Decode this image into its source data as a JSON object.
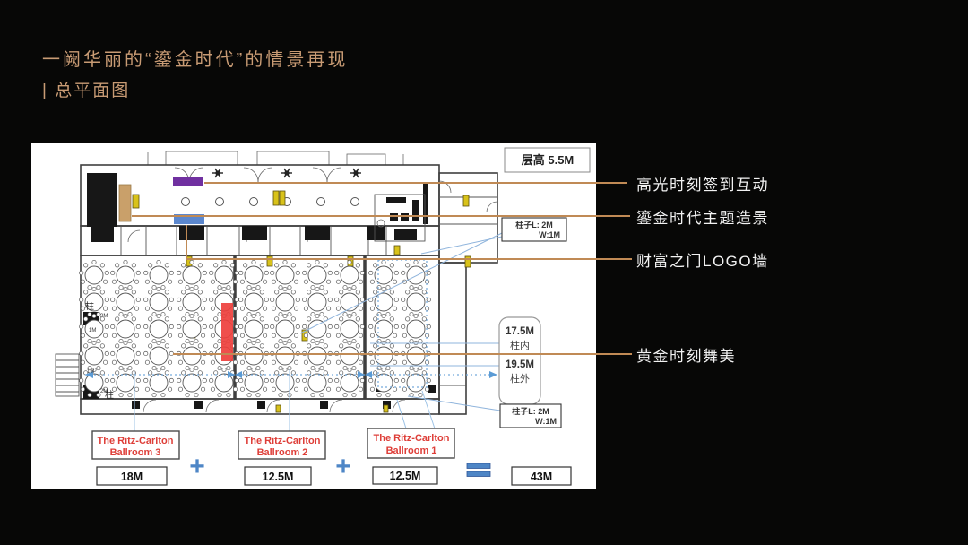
{
  "slide": {
    "title_line1": "一阙华丽的“鎏金时代”的情景再现",
    "title_line2": "| 总平面图"
  },
  "annotations": [
    {
      "label": "高光时刻签到互动",
      "target": "purple-signin-area"
    },
    {
      "label": "鎏金时代主题造景",
      "target": "tan-theme-scenery"
    },
    {
      "label": "财富之门LOGO墙",
      "target": "blue-logo-wall"
    },
    {
      "label": "黄金时刻舞美",
      "target": "red-stage"
    }
  ],
  "floorplan": {
    "ceiling_height": "层高 5.5M",
    "column_spec_top": {
      "l1": "柱子L:  2M",
      "l2": "W:1M"
    },
    "column_spec_bottom": {
      "l1": "柱子L:  2M",
      "l2": "W:1M"
    },
    "span_box": {
      "l1": "17.5M",
      "l2": "柱内",
      "l3": "19.5M",
      "l4": "柱外"
    },
    "pillar_upper": {
      "label": "柱",
      "d1": "2M",
      "d2": "1M"
    },
    "pillar_lower": {
      "label": "柱",
      "d1": "2M"
    },
    "dash_dim": "1M",
    "ballrooms": [
      {
        "name1": "The Ritz-Carlton",
        "name2": "Ballroom 3",
        "width": "18M"
      },
      {
        "name1": "The Ritz-Carlton",
        "name2": "Ballroom 2",
        "width": "12.5M"
      },
      {
        "name1": "The Ritz-Carlton",
        "name2": "Ballroom 1",
        "width": "12.5M"
      }
    ],
    "operators": {
      "plus1": "+",
      "plus2": "+",
      "equals": "="
    },
    "total_width": "43M"
  },
  "colors": {
    "background": "#070706",
    "title_gold": "#C89B74",
    "annotation_text": "#F2F2F2",
    "annotation_line": "#C08A55",
    "signin_purple": "#7030A0",
    "scenery_tan": "#C9A06A",
    "logo_blue": "#5B87CE",
    "stage_red": "#EE403D",
    "ballroom_label_red": "#DE3E38",
    "plus_blue": "#4E86C6",
    "dash_blue": "#76ABDC"
  }
}
